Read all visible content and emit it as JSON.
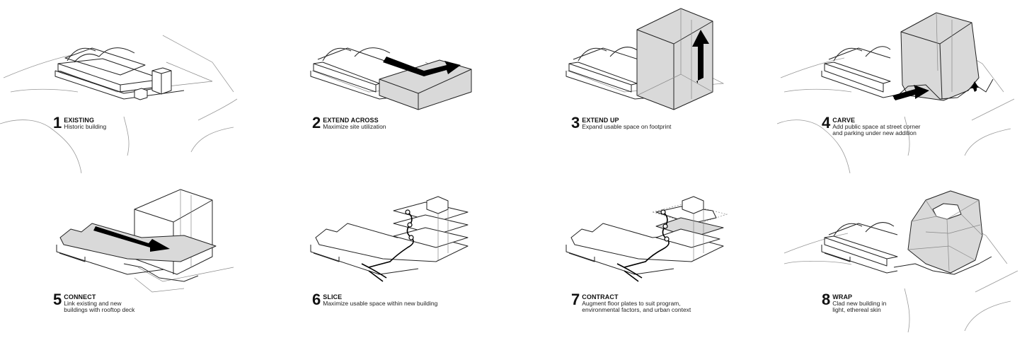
{
  "steps": [
    {
      "number": "1",
      "title": "EXISTING",
      "description": "Historic building"
    },
    {
      "number": "2",
      "title": "EXTEND ACROSS",
      "description": "Maximize site utilization"
    },
    {
      "number": "3",
      "title": "EXTEND UP",
      "description": "Expand usable space on footprint"
    },
    {
      "number": "4",
      "title": "CARVE",
      "description": "Add public space at street corner\nand parking under new addition"
    },
    {
      "number": "5",
      "title": "CONNECT",
      "description": "Link existing and new\nbuildings with rooftop deck"
    },
    {
      "number": "6",
      "title": "SLICE",
      "description": "Maximize usable space within new building"
    },
    {
      "number": "7",
      "title": "CONTRACT",
      "description": "Augment floor plates to suit program,\nenvironmental factors, and urban context"
    },
    {
      "number": "8",
      "title": "WRAP",
      "description": "Clad new building in\nlight, ethereal skin"
    }
  ]
}
